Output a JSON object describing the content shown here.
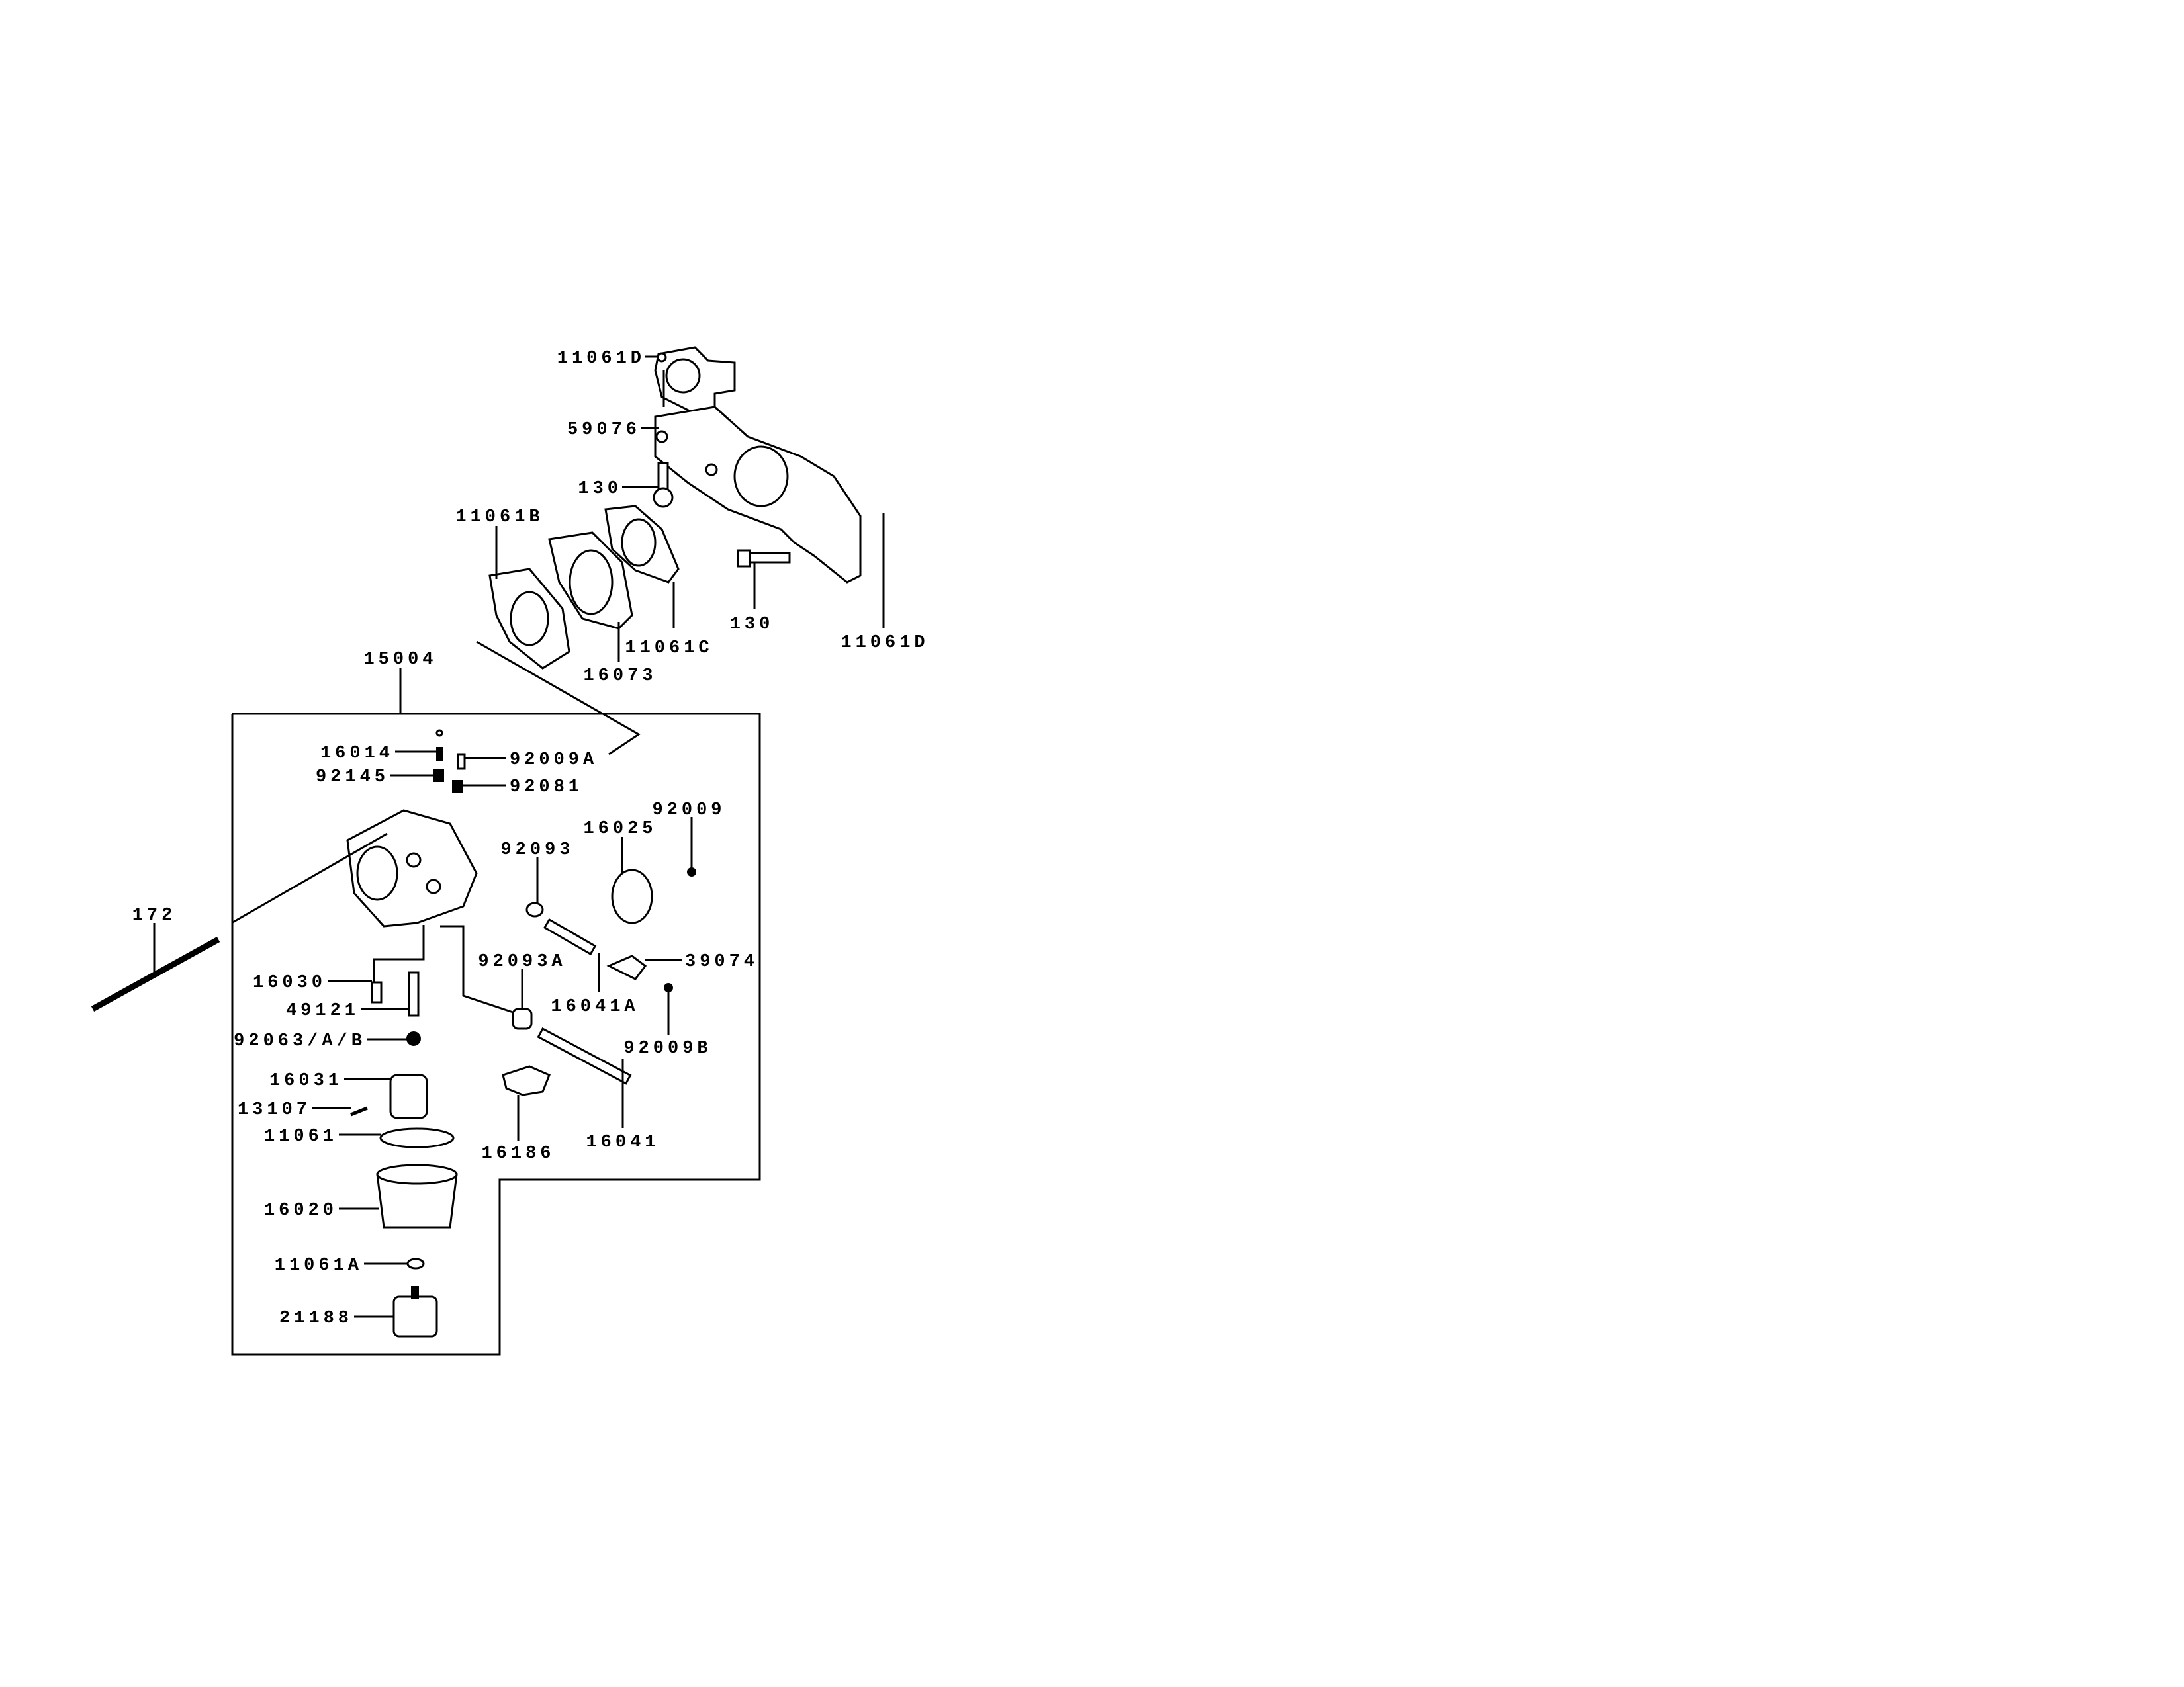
{
  "diagram": {
    "type": "exploded-parts-diagram",
    "labels": {
      "gasket_top": "11061D",
      "manifold": "59076",
      "bolt_left": "130",
      "gasket_b": "11061B",
      "bolt_right": "130",
      "gasket_c": "11061C",
      "gasket_d_right": "11061D",
      "insulator": "16073",
      "carburetor_assy": "15004",
      "p16014": "16014",
      "p92009A": "92009A",
      "p92145": "92145",
      "p92081": "92081",
      "p92093": "92093",
      "p16025": "16025",
      "p92009": "92009",
      "stud": "172",
      "p39074": "39074",
      "p92093A": "92093A",
      "p16030": "16030",
      "p16041A": "16041A",
      "p49121": "49121",
      "p92009B": "92009B",
      "p92063": "92063/A/B",
      "p16031": "16031",
      "p13107": "13107",
      "p11061": "11061",
      "p16186": "16186",
      "p16041": "16041",
      "p16020": "16020",
      "p11061A": "11061A",
      "p21188": "21188"
    }
  }
}
